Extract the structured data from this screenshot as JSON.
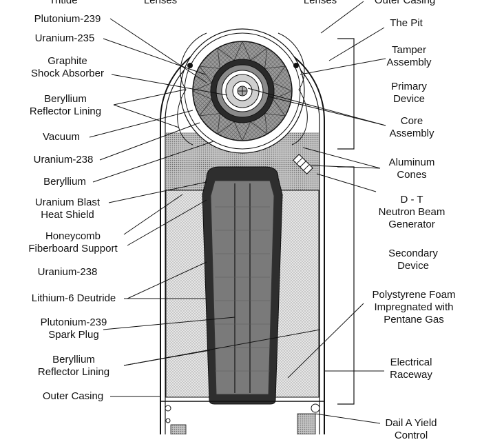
{
  "labels": {
    "tritide": "Tritide",
    "lenses_left": "Lenses",
    "lenses_right": "Lenses",
    "outer_casing_top": "Outer Casing",
    "plutonium_239": "Plutonium-239",
    "uranium_235": "Uranium-235",
    "the_pit": "The Pit",
    "graphite_shock_absorber": "Graphite\nShock Absorber",
    "tamper_assembly": "Tamper\nAssembly",
    "primary_device": "Primary\nDevice",
    "beryllium_reflector_lining_top": "Beryllium\nReflector Lining",
    "core_assembly": "Core\nAssembly",
    "vacuum": "Vacuum",
    "uranium_238_top": "Uranium-238",
    "aluminum_cones": "Aluminum\nCones",
    "beryllium": "Beryllium",
    "uranium_blast_heat_shield": "Uranium Blast\nHeat Shield",
    "dt_neutron_beam_generator": "D - T\nNeutron Beam\nGenerator",
    "honeycomb_fiberboard_support": "Honeycomb\nFiberboard Support",
    "secondary_device": "Secondary\nDevice",
    "uranium_238_mid": "Uranium-238",
    "polystyrene_foam": "Polystyrene Foam\nImpregnated with\nPentane Gas",
    "lithium_6_deutride": "Lithium-6 Deutride",
    "plutonium_239_spark_plug": "Plutonium-239\nSpark Plug",
    "beryllium_reflector_lining_bottom": "Beryllium\nReflector Lining",
    "electrical_raceway": "Electrical\nRaceway",
    "outer_casing_bottom": "Outer Casing",
    "dial_a_yield_control": "Dail A Yield\nControl"
  },
  "colors": {
    "line": "#111111",
    "secondary_body": "#7a7a7a",
    "secondary_outline": "#333333",
    "foam_fill": "#d6d6d6",
    "honeycomb_fill": "#b8b8b8",
    "primary_ring_fill": "#9a9a9a",
    "core_dark": "#2a2a2a"
  }
}
